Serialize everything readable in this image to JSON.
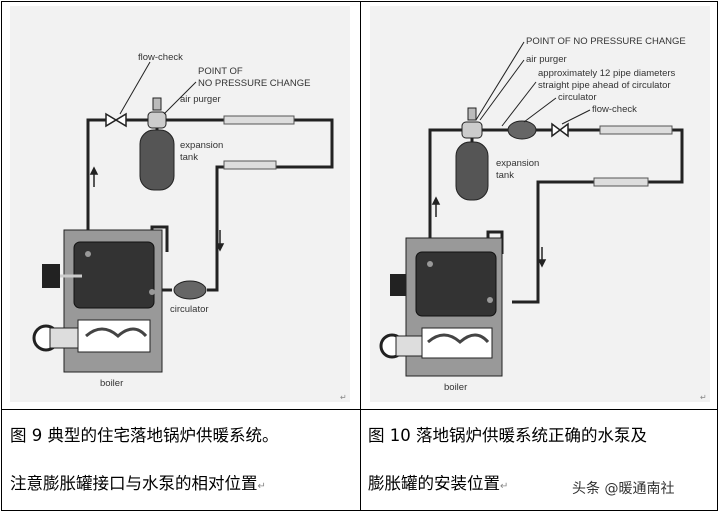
{
  "fig9": {
    "labels": {
      "flow_check": "flow-check",
      "point_line1": "POINT OF",
      "point_line2": "NO PRESSURE CHANGE",
      "air_purger": "air purger",
      "expansion_line1": "expansion",
      "expansion_line2": "tank",
      "circulator": "circulator",
      "boiler": "boiler"
    },
    "caption_line1": "图 9 典型的住宅落地锅炉供暖系统。",
    "caption_line2": "注意膨胀罐接口与水泵的相对位置"
  },
  "fig10": {
    "labels": {
      "point": "POINT OF NO PRESSURE CHANGE",
      "air_purger": "air purger",
      "approx_line1": "approximately 12 pipe diameters",
      "approx_line2": "straight pipe ahead of circulator",
      "circulator": "circulator",
      "flow_check": "flow-check",
      "expansion_line1": "expansion",
      "expansion_line2": "tank",
      "boiler": "boiler"
    },
    "caption_line1": "图 10 落地锅炉供暖系统正确的水泵及",
    "caption_line2": "膨胀罐的安装位置"
  },
  "watermark": "头条 @暖通南社",
  "paragraph_mark": "↵"
}
